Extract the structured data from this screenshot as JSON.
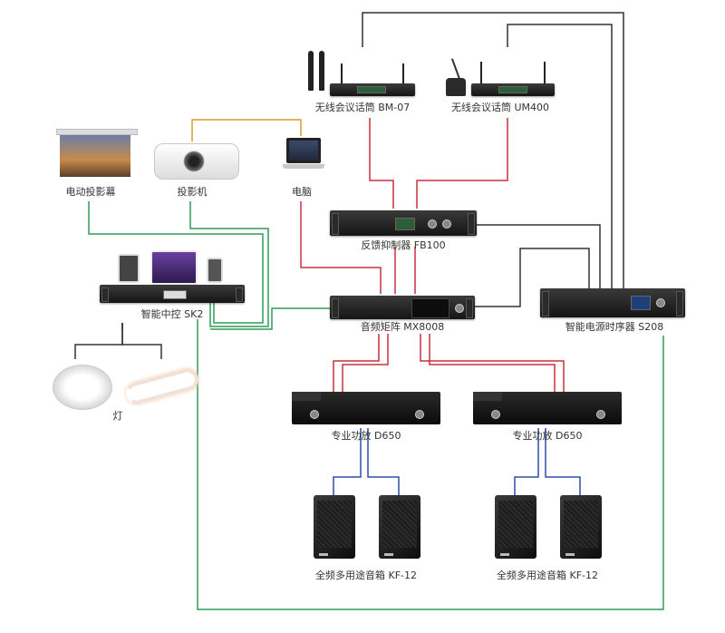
{
  "labels": {
    "mic_bm07": "无线会议话筒 BM-07",
    "mic_um400": "无线会议话筒 UM400",
    "screen": "电动投影幕",
    "projector": "投影机",
    "laptop": "电脑",
    "feedback": "反馈抑制器 FB100",
    "control": "智能中控 SK2",
    "matrix": "音频矩阵 MX8008",
    "power": "智能电源时序器 S208",
    "light": "灯",
    "amp1": "专业功放 D650",
    "amp2": "专业功放 D650",
    "spk1": "全频多用途音箱 KF-12",
    "spk2": "全频多用途音箱 KF-12"
  },
  "colors": {
    "red": "#c8303a",
    "black": "#333333",
    "green": "#2e9c5a",
    "orange": "#d89a2c",
    "blue": "#2f4fa8"
  }
}
